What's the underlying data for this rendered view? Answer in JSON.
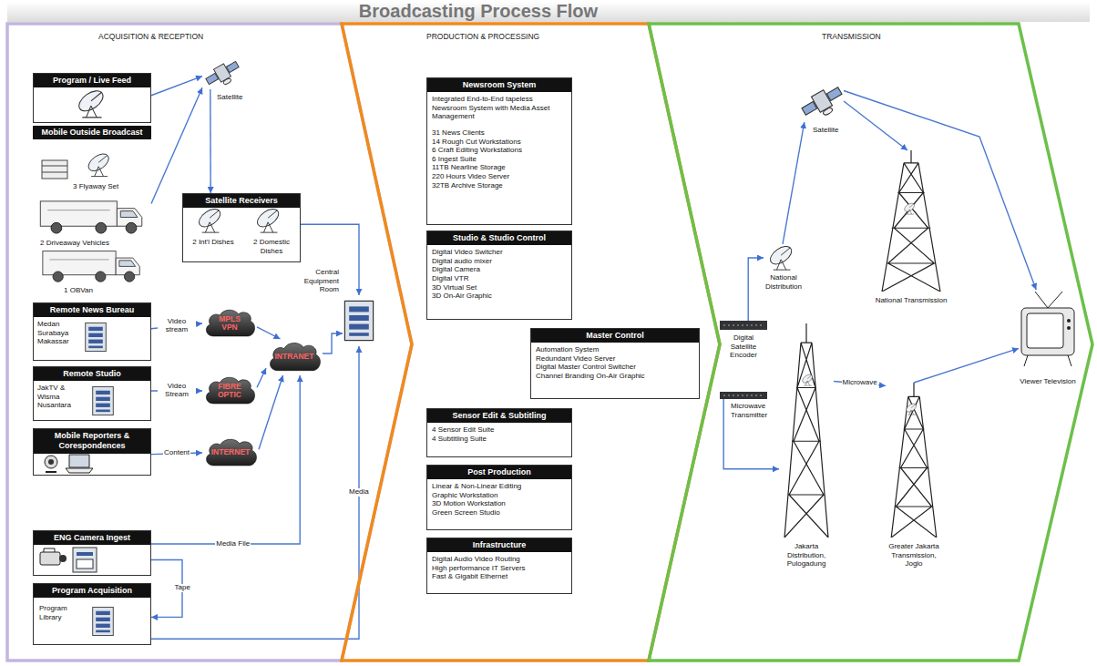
{
  "diagram": {
    "title": "Broadcasting Process Flow",
    "nodes": [
      {
        "text": [
          "ACQUISITION & RECEPTION"
        ]
      },
      {
        "text": [
          "Program / Live Feed"
        ],
        "in": 0
      },
      {
        "text": [
          "Mobile Outside Broadcast",
          "3 Flyaway Set",
          "2 Driveaway Vehicles",
          "1 OBVan"
        ],
        "in": 0
      },
      {
        "text": [
          "Satellite"
        ],
        "in": 0
      },
      {
        "text": [
          "Satellite Receivers",
          "2 Int'l Dishes",
          "2 Domestic Dishes"
        ],
        "in": 0
      },
      {
        "text": [
          "Central Equipment Room"
        ],
        "in": 0
      },
      {
        "text": [
          "Remote News Bureau",
          "Medan Surabaya Makassar"
        ],
        "in": 0
      },
      {
        "text": [
          "MPLS VPN"
        ],
        "in": 0
      },
      {
        "text": [
          "INTRANET"
        ],
        "in": 0
      },
      {
        "text": [
          "Remote Studio",
          "JakTV & Wisma Nusantara"
        ],
        "in": 0
      },
      {
        "text": [
          "FIBRE OPTIC"
        ],
        "in": 0
      },
      {
        "text": [
          "Mobile Reporters & Corespondences"
        ],
        "in": 0
      },
      {
        "text": [
          "INTERNET"
        ],
        "in": 0
      },
      {
        "text": [
          "ENG Camera Ingest"
        ],
        "in": 0
      },
      {
        "text": [
          "Program Acquisition",
          "Program Library"
        ],
        "in": 0
      },
      {
        "text": [
          "PRODUCTION & PROCESSING"
        ]
      },
      {
        "text": [
          "Newsroom System",
          "Integrated End-to-End tapeless Newsroom System with Media Asset Management",
          "31 News Clients",
          "14 Rough Cut Workstations",
          "6 Craft Editing Workstations",
          "6 Ingest Suite",
          "11TB Nearline Storage",
          "220 Hours Video Server",
          "32TB Archive Storage"
        ],
        "in": 15
      },
      {
        "text": [
          "Studio & Studio Control",
          "Digital Video Switcher",
          "Digital audio mixer",
          "Digital Camera",
          "Digital VTR",
          "3D Virtual Set",
          "3D On-Air Graphic"
        ],
        "in": 15
      },
      {
        "text": [
          "Master Control",
          "Automation System",
          "Redundant Video Server",
          "Digital Master Control Switcher",
          "Channel Branding On-Air Graphic"
        ],
        "in": 15
      },
      {
        "text": [
          "Sensor Edit & Subtitling",
          "4 Sensor Edit Suite",
          "4 Subtitling Suite"
        ],
        "in": 15
      },
      {
        "text": [
          "Post Production",
          "Linear & Non-Linear Editing",
          "Graphic Workstation",
          "3D Motion Workstation",
          "Green Screen Studio"
        ],
        "in": 15
      },
      {
        "text": [
          "Infrastructure",
          "Digital Audio Video Routing",
          "High performance IT Servers",
          "Fast & Gigabit Ethernet"
        ],
        "in": 15
      },
      {
        "text": [
          "TRANSMISSION"
        ]
      },
      {
        "text": [
          "Satellite"
        ],
        "in": 22
      },
      {
        "text": [
          "National Distribution"
        ],
        "in": 22
      },
      {
        "text": [
          "National Transmission"
        ],
        "in": 22
      },
      {
        "text": [
          "Digital Satellite Encoder"
        ],
        "in": 22
      },
      {
        "text": [
          "Microwave Transmitter"
        ],
        "in": 22
      },
      {
        "text": [
          "Jakarta Distribution, Pulogadung"
        ],
        "in": 22
      },
      {
        "text": [
          "Greater Jakarta Transmission, Joglo"
        ],
        "in": 22
      },
      {
        "text": [
          "Viewer Television"
        ],
        "in": 22
      }
    ],
    "edges": [
      {
        "from": 1,
        "to": 3,
        "arrow": "to"
      },
      {
        "from": 2,
        "to": 3,
        "arrow": "to"
      },
      {
        "from": 3,
        "to": 4,
        "arrow": "to"
      },
      {
        "from": 4,
        "to": 5,
        "arrow": "to"
      },
      {
        "from": 6,
        "to": 7,
        "label": "Video stream",
        "arrow": "to"
      },
      {
        "from": 7,
        "to": 8,
        "arrow": "to"
      },
      {
        "from": 9,
        "to": 10,
        "label": "Video Stream",
        "arrow": "to"
      },
      {
        "from": 10,
        "to": 8,
        "arrow": "to"
      },
      {
        "from": 11,
        "to": 12,
        "label": "Content",
        "arrow": "to"
      },
      {
        "from": 12,
        "to": 8,
        "arrow": "to"
      },
      {
        "from": 8,
        "to": 5,
        "arrow": "to"
      },
      {
        "from": 13,
        "to": 8,
        "label": "Media File",
        "arrow": "to"
      },
      {
        "from": 13,
        "to": 14,
        "label": "Tape",
        "arrow": "to"
      },
      {
        "from": 14,
        "to": 5,
        "label": "Media",
        "arrow": "to"
      },
      {
        "from": 26,
        "to": 24,
        "arrow": "to"
      },
      {
        "from": 24,
        "to": 23,
        "arrow": "to"
      },
      {
        "from": 23,
        "to": 25,
        "arrow": "to"
      },
      {
        "from": 23,
        "to": 30,
        "arrow": "to"
      },
      {
        "from": 27,
        "to": 28,
        "arrow": "to"
      },
      {
        "from": 28,
        "to": 29,
        "label": "Microwave",
        "arrow": "to"
      },
      {
        "from": 29,
        "to": 30,
        "arrow": "to"
      }
    ]
  }
}
